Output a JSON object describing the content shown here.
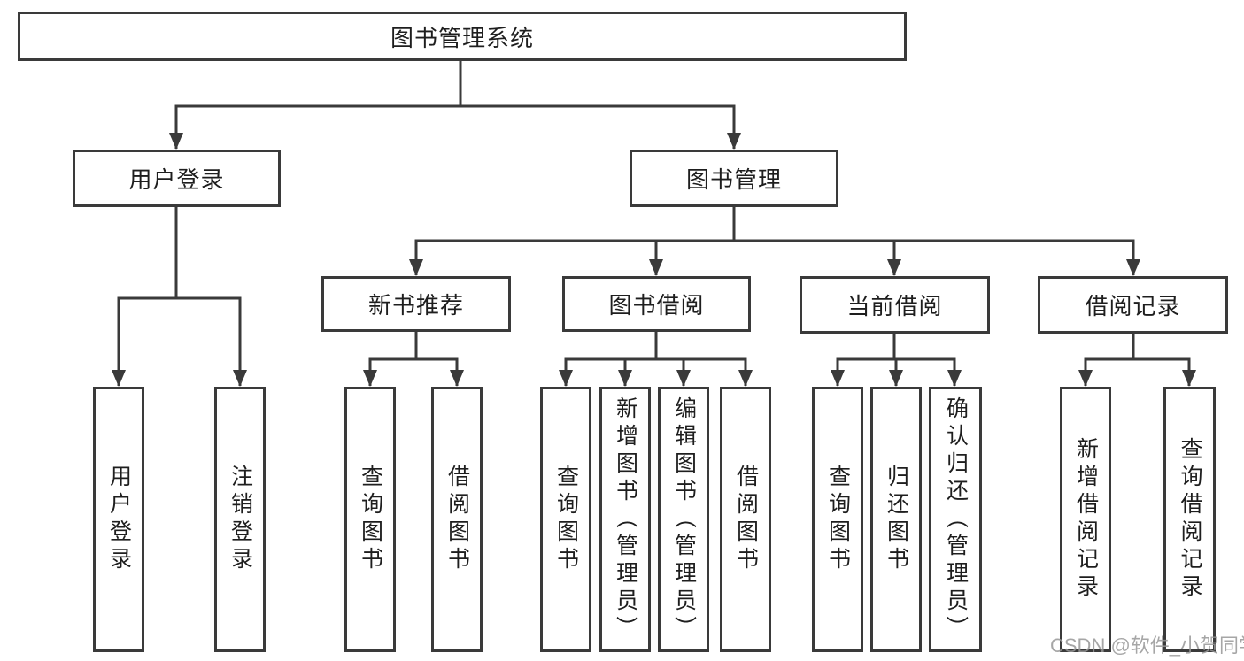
{
  "colors": {
    "line": "#3a3a3a",
    "text": "#1e1e1e",
    "background": "#ffffff",
    "watermark_text_color": "#969696"
  },
  "nodes": {
    "root": "图书管理系统",
    "level2": [
      "用户登录",
      "图书管理"
    ],
    "level3": [
      "新书推荐",
      "图书借阅",
      "当前借阅",
      "借阅记录"
    ],
    "level4": {
      "user_login": [
        "用户登录",
        "注销登录"
      ],
      "new_book_recommend": [
        "查询图书",
        "借阅图书"
      ],
      "book_borrow": [
        "查询图书",
        "新增图书（管理员）",
        "编辑图书（管理员）",
        "借阅图书"
      ],
      "current_borrow": [
        "查询图书",
        "归还图书",
        "确认归还（管理员）"
      ],
      "borrow_record": [
        "新增借阅记录",
        "查询借阅记录"
      ]
    }
  },
  "watermark": "CSDN @软件_小贺同学"
}
